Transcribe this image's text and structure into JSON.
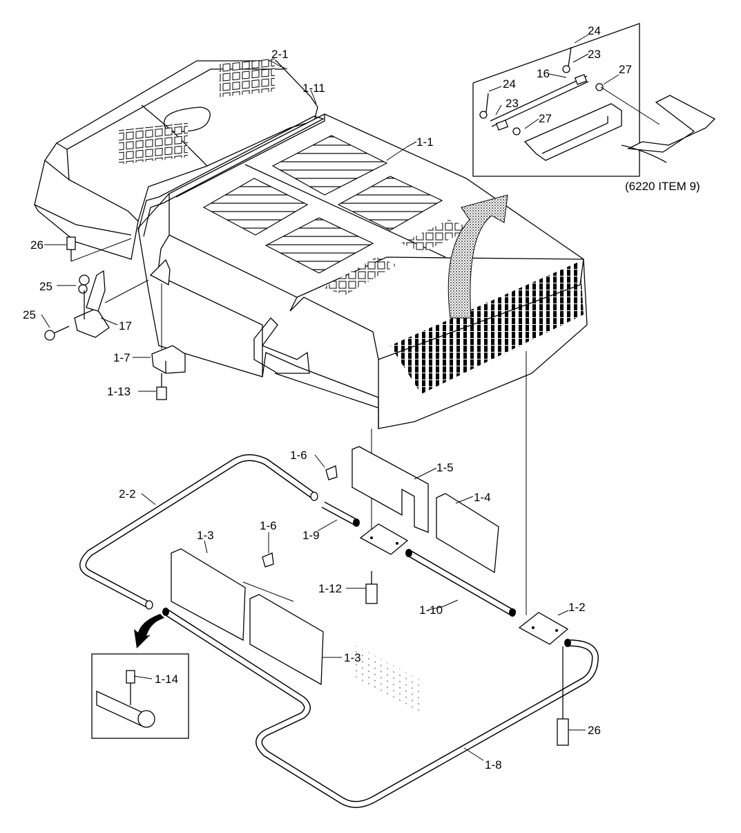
{
  "diagram": {
    "labels": {
      "l_2_1": "2-1",
      "l_1_11": "1-11",
      "l_1_1": "1-1",
      "l_24a": "24",
      "l_23a": "23",
      "l_16": "16",
      "l_27a": "27",
      "l_24b": "24",
      "l_23b": "23",
      "l_27b": "27",
      "l_ref": "(6220 ITEM 9)",
      "l_26a": "26",
      "l_25a": "25",
      "l_25b": "25",
      "l_17": "17",
      "l_1_7": "1-7",
      "l_1_13": "1-13",
      "l_1_6a": "1-6",
      "l_1_5": "1-5",
      "l_1_4": "1-4",
      "l_2_2": "2-2",
      "l_1_9": "1-9",
      "l_1_3a": "1-3",
      "l_1_6b": "1-6",
      "l_1_12": "1-12",
      "l_1_10": "1-10",
      "l_1_2": "1-2",
      "l_1_3b": "1-3",
      "l_1_14": "1-14",
      "l_26b": "26",
      "l_1_8": "1-8"
    }
  }
}
